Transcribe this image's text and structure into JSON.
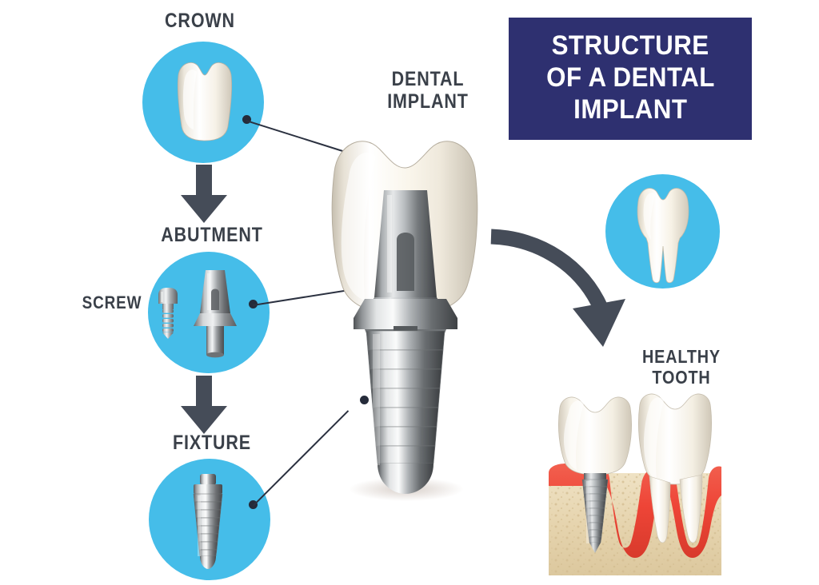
{
  "title": {
    "line1": "STRUCTURE",
    "line2": "OF A DENTAL",
    "line3": "IMPLANT",
    "bg_color": "#2E3070",
    "text_color": "#FFFFFF"
  },
  "theme": {
    "circle_color": "#45BDE9",
    "label_color": "#3A4049",
    "arrow_color": "#454C58",
    "leader_color": "#252B3A",
    "gum_color": "#EE4B3C",
    "bone_color": "#E8D6AE",
    "tooth_color": "#FBF7EE",
    "metal_color": "#9BA0A4"
  },
  "labels": {
    "crown": "CROWN",
    "abutment": "ABUTMENT",
    "screw": "SCREW",
    "fixture": "FIXTURE",
    "dental_implant": "DENTAL\nIMPLANT",
    "dental_implant_line1": "DENTAL",
    "dental_implant_line2": "IMPLANT",
    "healthy_tooth_line1": "HEALTHY",
    "healthy_tooth_line2": "TOOTH"
  },
  "parts": [
    {
      "id": "crown",
      "label": "CROWN",
      "icon": "crown-tooth-icon"
    },
    {
      "id": "abutment",
      "label": "ABUTMENT",
      "icon": "abutment-post-icon"
    },
    {
      "id": "screw",
      "label": "SCREW",
      "icon": "small-screw-icon"
    },
    {
      "id": "fixture",
      "label": "FIXTURE",
      "icon": "threaded-fixture-icon"
    }
  ],
  "figures": [
    {
      "id": "assembled-implant",
      "name": "assembled-dental-implant-illustration"
    },
    {
      "id": "molar-circle",
      "name": "molar-tooth-circle-illustration"
    },
    {
      "id": "healthy-tooth",
      "name": "healthy-tooth-and-implant-in-bone-illustration"
    }
  ]
}
